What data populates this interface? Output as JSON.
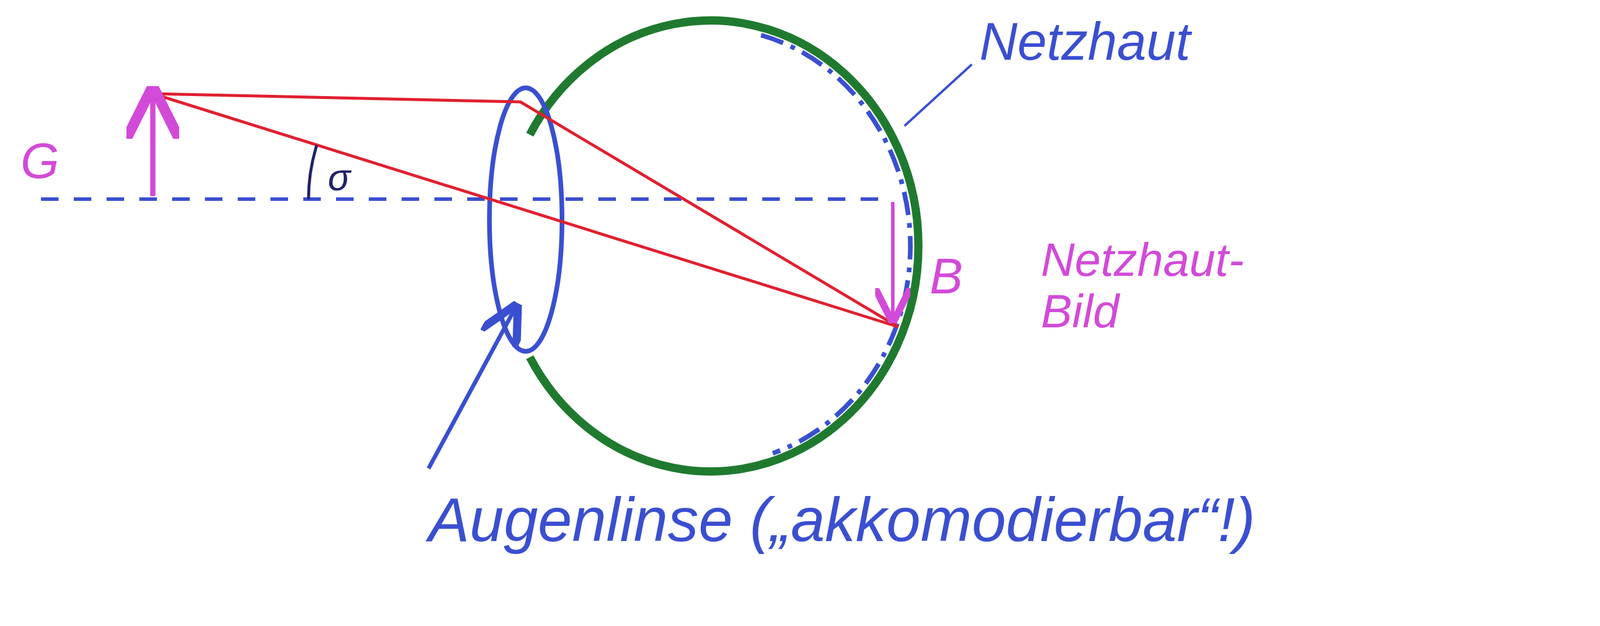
{
  "diagram": {
    "labels": [
      "Netzhaut",
      "G",
      "σ",
      "B",
      "Netzhaut- Bild",
      "Augenlinse („akkomodierbar“!)"
    ]
  }
}
